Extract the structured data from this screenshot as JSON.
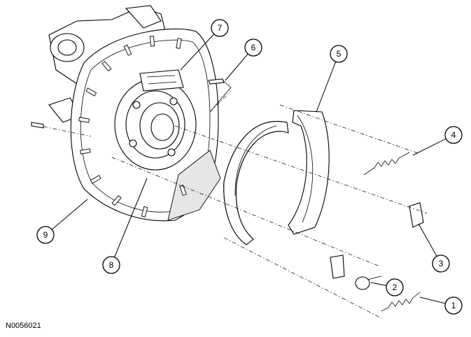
{
  "figure_id": "N0056021",
  "callouts": [
    {
      "label": "1"
    },
    {
      "label": "2"
    },
    {
      "label": "3"
    },
    {
      "label": "4"
    },
    {
      "label": "5"
    },
    {
      "label": "6"
    },
    {
      "label": "7"
    },
    {
      "label": "8"
    },
    {
      "label": "9"
    }
  ]
}
